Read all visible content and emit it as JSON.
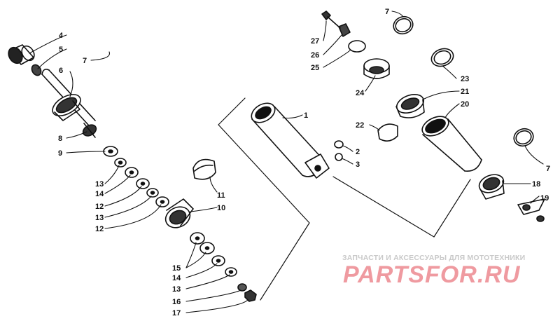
{
  "watermark": {
    "tagline": "ЗАПЧАСТИ И АКСЕССУАРЫ ДЛЯ МОТОТЕХНИКИ",
    "logo": "PARTSFOR.RU",
    "logo_color": "#ef9aa0"
  },
  "callouts": [
    {
      "id": "c4a",
      "text": "4"
    },
    {
      "id": "c5",
      "text": "5"
    },
    {
      "id": "c7a",
      "text": "7"
    },
    {
      "id": "c6",
      "text": "6"
    },
    {
      "id": "c8",
      "text": "8"
    },
    {
      "id": "c9",
      "text": "9"
    },
    {
      "id": "c13a",
      "text": "13"
    },
    {
      "id": "c14a",
      "text": "14"
    },
    {
      "id": "c12a",
      "text": "12"
    },
    {
      "id": "c13b",
      "text": "13"
    },
    {
      "id": "c12b",
      "text": "12"
    },
    {
      "id": "c11",
      "text": "11"
    },
    {
      "id": "c10",
      "text": "10"
    },
    {
      "id": "c15",
      "text": "15"
    },
    {
      "id": "c14b",
      "text": "14"
    },
    {
      "id": "c13c",
      "text": "13"
    },
    {
      "id": "c16",
      "text": "16"
    },
    {
      "id": "c17",
      "text": "17"
    },
    {
      "id": "c1",
      "text": "1"
    },
    {
      "id": "c2",
      "text": "2"
    },
    {
      "id": "c3",
      "text": "3"
    },
    {
      "id": "c27",
      "text": "27"
    },
    {
      "id": "c26",
      "text": "26"
    },
    {
      "id": "c25",
      "text": "25"
    },
    {
      "id": "c7b",
      "text": "7"
    },
    {
      "id": "c24",
      "text": "24"
    },
    {
      "id": "c23",
      "text": "23"
    },
    {
      "id": "c21",
      "text": "21"
    },
    {
      "id": "c20",
      "text": "20"
    },
    {
      "id": "c22",
      "text": "22"
    },
    {
      "id": "c7c",
      "text": "7"
    },
    {
      "id": "c18",
      "text": "18"
    },
    {
      "id": "c19",
      "text": "19"
    }
  ]
}
